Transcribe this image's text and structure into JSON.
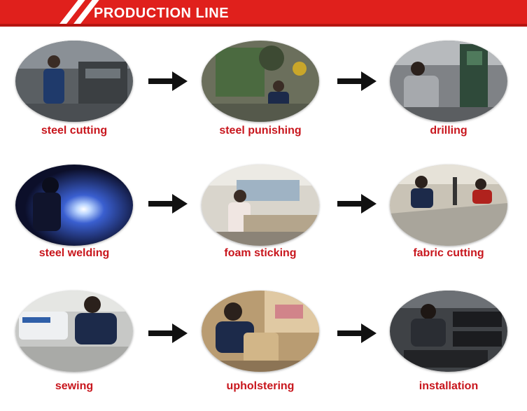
{
  "header": {
    "title": "PRODUCTION LINE",
    "color": "#e0201c"
  },
  "caption_color": "#c8161d",
  "steps": [
    {
      "label": "steel cutting"
    },
    {
      "label": "steel punishing"
    },
    {
      "label": "drilling"
    },
    {
      "label": "steel welding"
    },
    {
      "label": "foam sticking"
    },
    {
      "label": "fabric cutting"
    },
    {
      "label": "sewing"
    },
    {
      "label": "upholstering"
    },
    {
      "label": "installation"
    }
  ],
  "arrow_icon": "right-arrow-icon"
}
